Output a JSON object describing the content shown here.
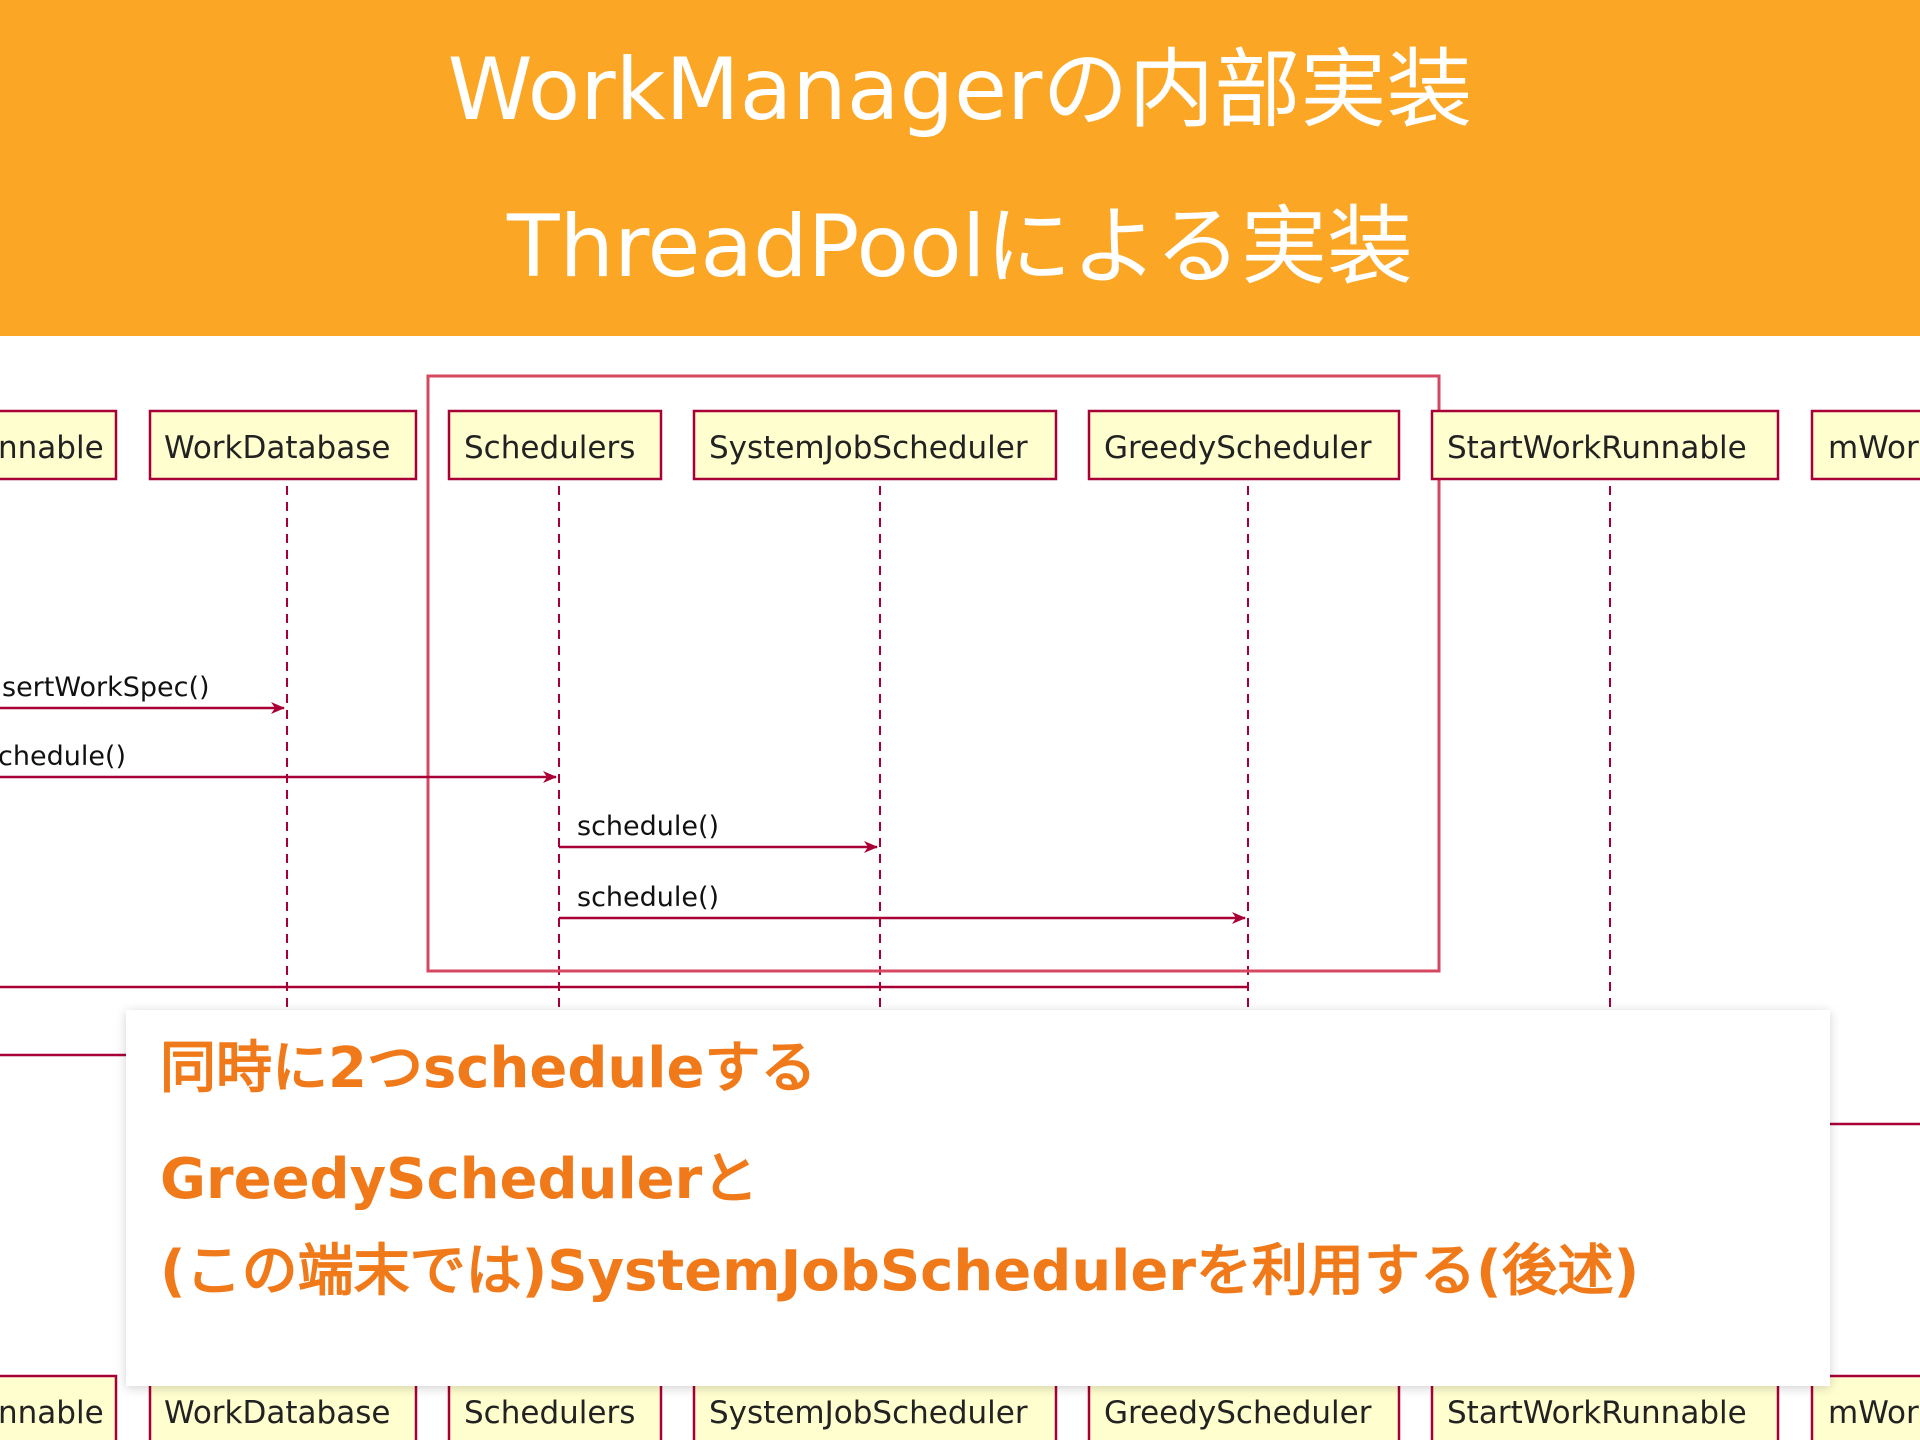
{
  "header": {
    "title_line1": "WorkManagerの内部実装",
    "title_line2": "ThreadPoolによる実装"
  },
  "participants": [
    {
      "id": "p0",
      "label": "nnable"
    },
    {
      "id": "p1",
      "label": "WorkDatabase"
    },
    {
      "id": "p2",
      "label": "Schedulers"
    },
    {
      "id": "p3",
      "label": "SystemJobScheduler"
    },
    {
      "id": "p4",
      "label": "GreedyScheduler"
    },
    {
      "id": "p5",
      "label": "StartWorkRunnable"
    },
    {
      "id": "p6",
      "label": "mWor"
    }
  ],
  "messages": [
    {
      "label": "sertWorkSpec()"
    },
    {
      "label": "chedule()"
    },
    {
      "label": "schedule()"
    },
    {
      "label": "schedule()"
    }
  ],
  "note": {
    "line1": "同時に2つscheduleする",
    "line2": "GreedySchedulerと",
    "line3": "(この端末では)SystemJobSchedulerを利用する(後述)"
  },
  "colors": {
    "header_bg": "#fba725",
    "participant_fill": "#fefece",
    "participant_border": "#a80036",
    "arrow": "#a80036",
    "highlight_box": "#d64862",
    "note_text": "#f07a1a"
  }
}
